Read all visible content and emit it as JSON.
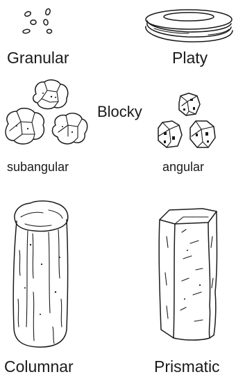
{
  "diagram": {
    "labels": {
      "granular": "Granular",
      "platy": "Platy",
      "blocky": "Blocky",
      "subangular": "subangular",
      "angular": "angular",
      "columnar": "Columnar",
      "prismatic": "Prismatic"
    },
    "colors": {
      "ink": "#1a1a1a",
      "background": "#ffffff"
    }
  }
}
